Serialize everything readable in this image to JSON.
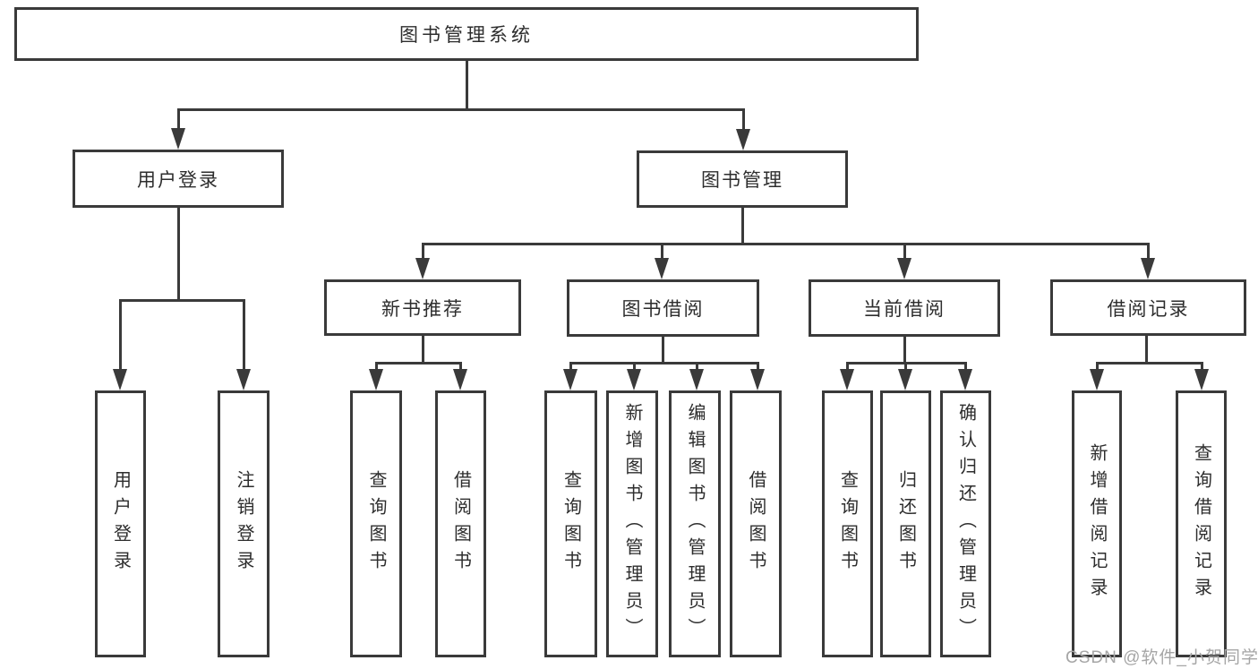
{
  "colors": {
    "line": "#3a3a3a",
    "text": "#2d2d2d",
    "bg": "#ffffff",
    "watermark": "#a6a6a6"
  },
  "watermark": {
    "text": "CSDN @软件_小贺同学"
  },
  "tree": {
    "root": {
      "label": "图书管理系统"
    },
    "branches": [
      {
        "label": "用户登录",
        "children": [
          {
            "label": "用户登录"
          },
          {
            "label": "注销登录"
          }
        ]
      },
      {
        "label": "图书管理",
        "children": [
          {
            "label": "新书推荐",
            "children": [
              {
                "label": "查询图书"
              },
              {
                "label": "借阅图书"
              }
            ]
          },
          {
            "label": "图书借阅",
            "children": [
              {
                "label": "查询图书"
              },
              {
                "label": "新增图书（管理员）"
              },
              {
                "label": "编辑图书（管理员）"
              },
              {
                "label": "借阅图书"
              }
            ]
          },
          {
            "label": "当前借阅",
            "children": [
              {
                "label": "查询图书"
              },
              {
                "label": "归还图书"
              },
              {
                "label": "确认归还（管理员）"
              }
            ]
          },
          {
            "label": "借阅记录",
            "children": [
              {
                "label": "新增借阅记录"
              },
              {
                "label": "查询借阅记录"
              }
            ]
          }
        ]
      }
    ]
  }
}
